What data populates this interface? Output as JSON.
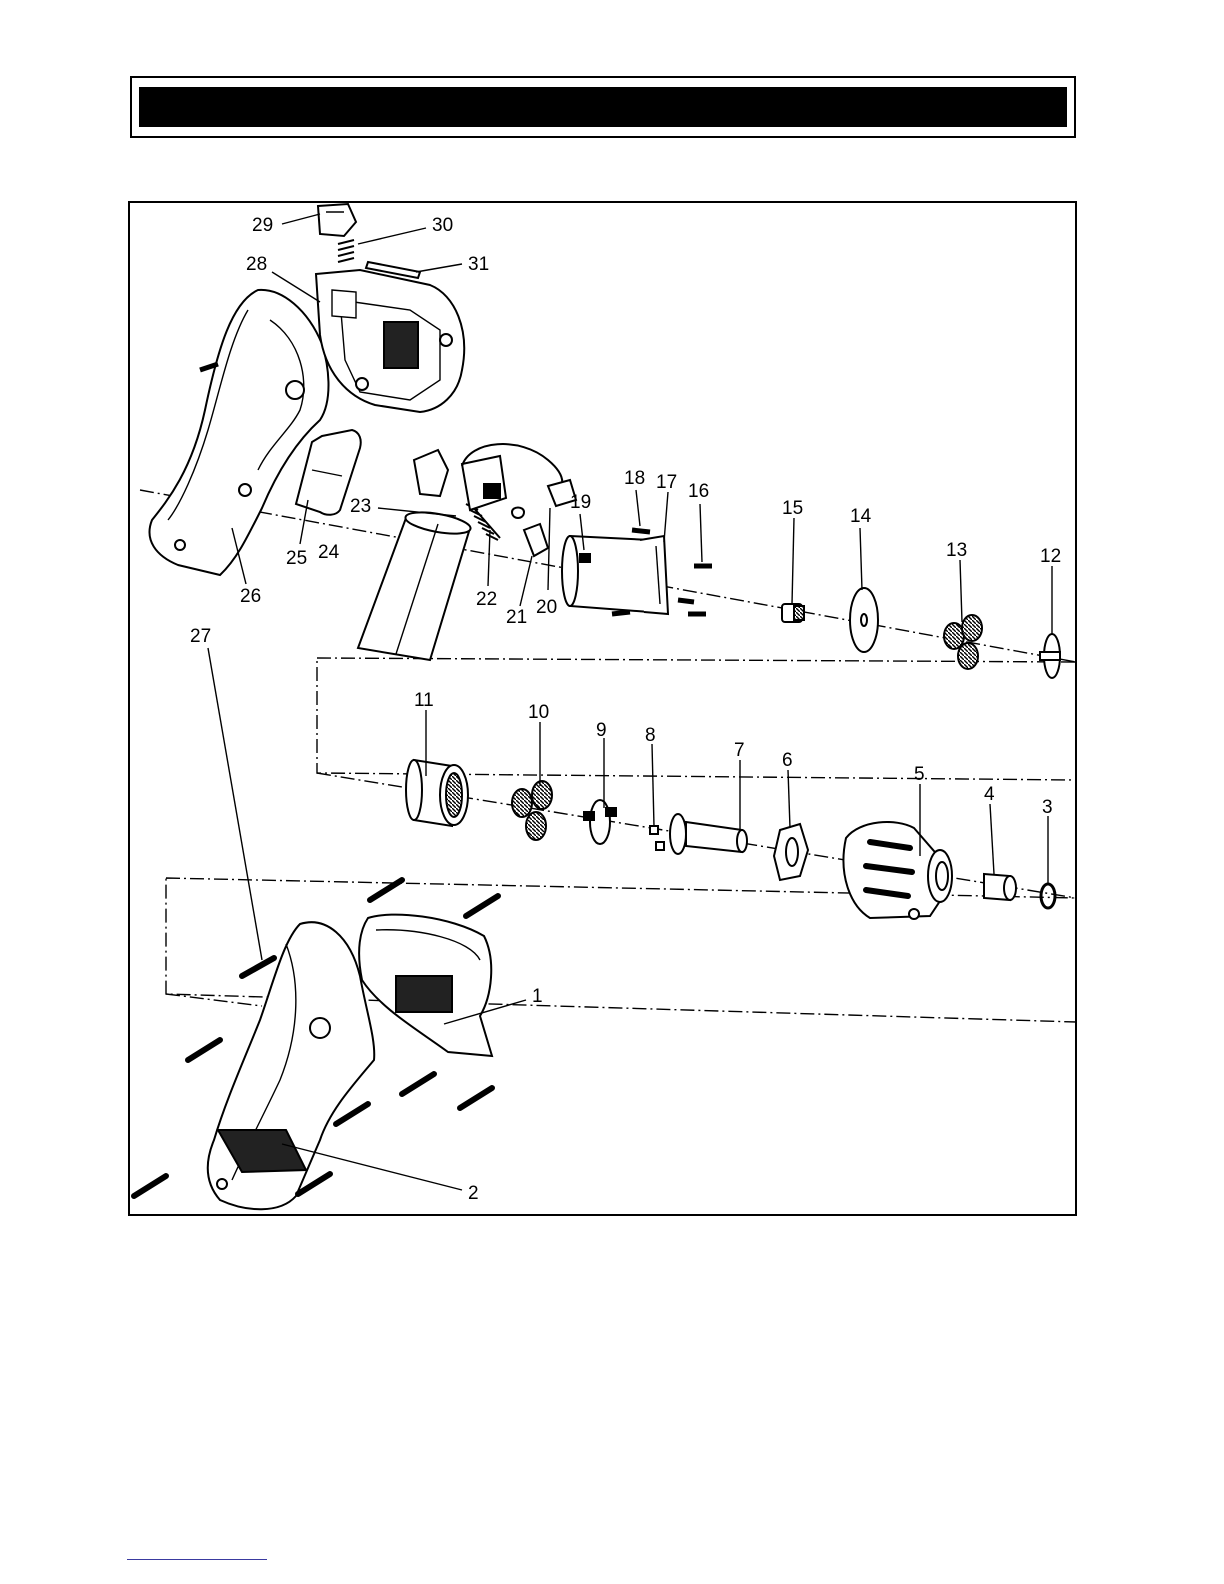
{
  "header": {
    "title": ""
  },
  "diagram": {
    "callouts": [
      {
        "id": "c1",
        "label": "1"
      },
      {
        "id": "c2",
        "label": "2"
      },
      {
        "id": "c3",
        "label": "3"
      },
      {
        "id": "c4",
        "label": "4"
      },
      {
        "id": "c5",
        "label": "5"
      },
      {
        "id": "c6",
        "label": "6"
      },
      {
        "id": "c7",
        "label": "7"
      },
      {
        "id": "c8",
        "label": "8"
      },
      {
        "id": "c9",
        "label": "9"
      },
      {
        "id": "c10",
        "label": "10"
      },
      {
        "id": "c11",
        "label": "11"
      },
      {
        "id": "c12",
        "label": "12"
      },
      {
        "id": "c13",
        "label": "13"
      },
      {
        "id": "c14",
        "label": "14"
      },
      {
        "id": "c15",
        "label": "15"
      },
      {
        "id": "c16",
        "label": "16"
      },
      {
        "id": "c17",
        "label": "17"
      },
      {
        "id": "c18",
        "label": "18"
      },
      {
        "id": "c19",
        "label": "19"
      },
      {
        "id": "c20",
        "label": "20"
      },
      {
        "id": "c21",
        "label": "21"
      },
      {
        "id": "c22",
        "label": "22"
      },
      {
        "id": "c23",
        "label": "23"
      },
      {
        "id": "c24",
        "label": "24"
      },
      {
        "id": "c25",
        "label": "25"
      },
      {
        "id": "c26",
        "label": "26"
      },
      {
        "id": "c27",
        "label": "27"
      },
      {
        "id": "c28",
        "label": "28"
      },
      {
        "id": "c29",
        "label": "29"
      },
      {
        "id": "c30",
        "label": "30"
      },
      {
        "id": "c31",
        "label": "31"
      }
    ]
  }
}
